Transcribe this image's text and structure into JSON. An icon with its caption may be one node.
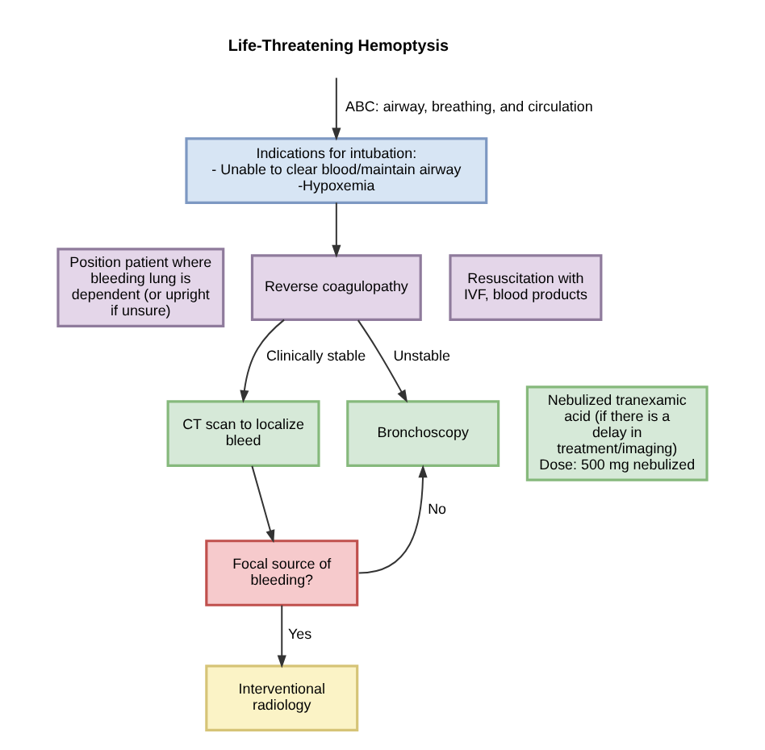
{
  "diagram": {
    "nodes": [
      {
        "text": [
          "Life-Threatening Hemoptysis"
        ]
      },
      {
        "text": [
          "Indications for intubation:",
          "- Unable to clear blood/maintain airway",
          "-Hypoxemia"
        ]
      },
      {
        "text": [
          "Position patient where bleeding lung is dependent (or upright if unsure)"
        ]
      },
      {
        "text": [
          "Reverse coagulopathy"
        ]
      },
      {
        "text": [
          "Resuscitation with IVF, blood products"
        ]
      },
      {
        "text": [
          "CT scan to localize bleed"
        ]
      },
      {
        "text": [
          "Bronchoscopy"
        ]
      },
      {
        "text": [
          "Nebulized tranexamic acid (if there is a delay in treatment/imaging)",
          "Dose: 500 mg nebulized"
        ]
      },
      {
        "text": [
          "Focal source of bleeding?"
        ]
      },
      {
        "text": [
          "Interventional radiology"
        ]
      }
    ],
    "edges": [
      {
        "from": 0,
        "to": 1,
        "arrow": "to",
        "label": "ABC: airway, breathing, and circulation"
      },
      {
        "from": 1,
        "to": 3,
        "arrow": "to"
      },
      {
        "from": 3,
        "to": 5,
        "arrow": "to",
        "label": "Clinically stable"
      },
      {
        "from": 3,
        "to": 6,
        "arrow": "to",
        "label": "Unstable"
      },
      {
        "from": 5,
        "to": 8,
        "arrow": "to"
      },
      {
        "from": 8,
        "to": 6,
        "arrow": "to",
        "label": "No"
      },
      {
        "from": 8,
        "to": 9,
        "arrow": "to",
        "label": "Yes"
      }
    ]
  }
}
